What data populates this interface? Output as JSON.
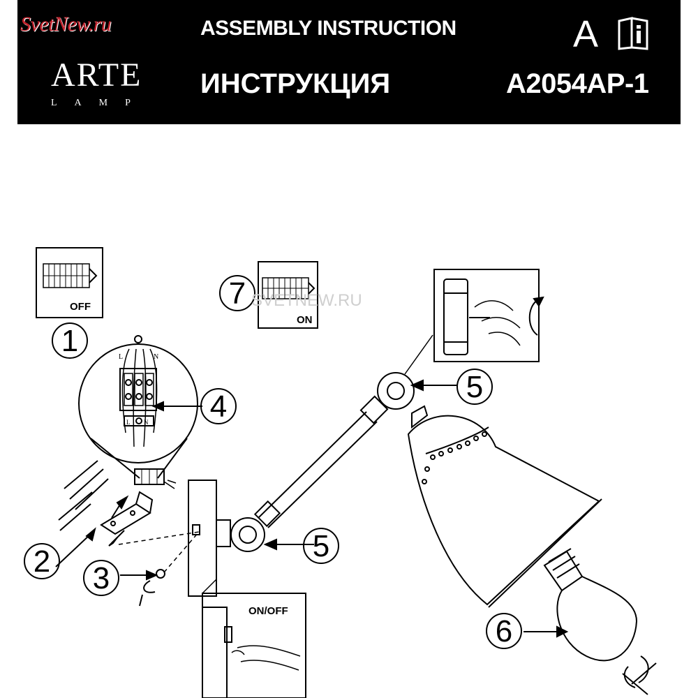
{
  "header": {
    "logo_script": "SvetNew.ru",
    "brand": "ARTE",
    "brand_sub": "LAMP",
    "title_en": "ASSEMBLY INSTRUCTION",
    "title_ru": "ИНСТРУКЦИЯ",
    "letter": "A",
    "model": "A2054AP-1",
    "info_icon": "info-book-icon"
  },
  "diagram": {
    "watermark": "SVETNEW.RU",
    "steps": {
      "s1": "1",
      "s2": "2",
      "s3": "3",
      "s4": "4",
      "s5a": "5",
      "s5b": "5",
      "s6": "6",
      "s7": "7"
    },
    "labels": {
      "off": "OFF",
      "on": "ON",
      "onoff": "ON/OFF",
      "terminal_l": "L",
      "terminal_n": "N",
      "terminal_bottom_l": "L",
      "terminal_bottom_n": "N"
    }
  },
  "colors": {
    "header_bg": "#000000",
    "logo_red": "#c0202a",
    "line": "#000000",
    "watermark": "#cfcfcf"
  }
}
